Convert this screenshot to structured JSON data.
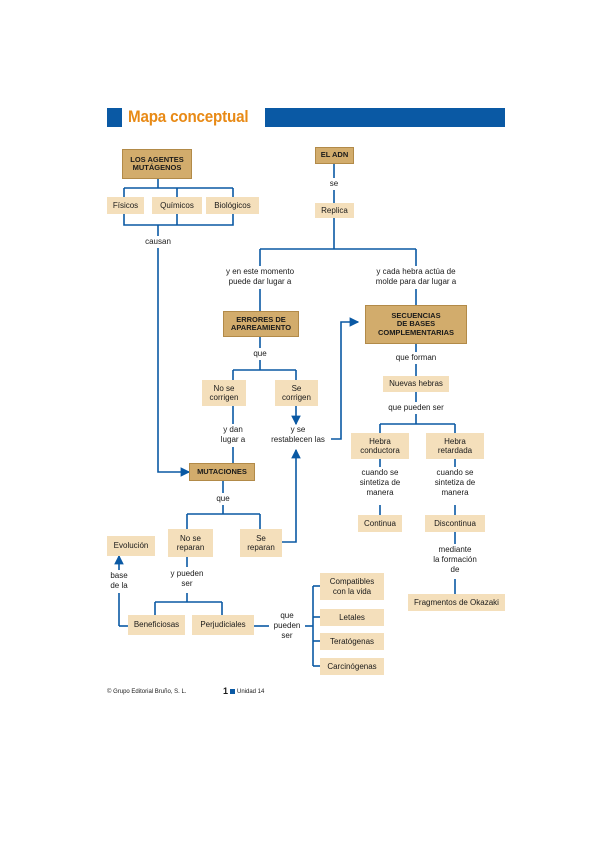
{
  "header": {
    "title": "Mapa conceptual"
  },
  "colors": {
    "accent_blue": "#0a59a4",
    "title_orange": "#e88a16",
    "node_dark": "#d2ac6c",
    "node_light": "#f4dfbb"
  },
  "nodes": {
    "agentes": "LOS AGENTES\nMUTÁGENOS",
    "fisicos": "Físicos",
    "quimicos": "Químicos",
    "biologicos": "Biológicos",
    "adn": "EL ADN",
    "replica": "Replica",
    "errores": "ERRORES DE\nAPAREAMIENTO",
    "secuencias": "SECUENCIAS\nDE BASES\nCOMPLEMENTARIAS",
    "no_se_corrigen": "No se\ncorrigen",
    "se_corrigen": "Se\ncorrigen",
    "nuevas_hebras": "Nuevas hebras",
    "hebra_conductora": "Hebra\nconductora",
    "hebra_retardada": "Hebra\nretardada",
    "mutaciones": "MUTACIONES",
    "continua": "Continua",
    "discontinua": "Discontinua",
    "evolucion": "Evolución",
    "no_se_reparan": "No se\nreparan",
    "se_reparan": "Se\nreparan",
    "fragmentos": "Fragmentos de Okazaki",
    "compatibles": "Compatibles\ncon la vida",
    "letales": "Letales",
    "teratogenas": "Teratógenas",
    "carcinogenas": "Carcinógenas",
    "beneficiosas": "Beneficiosas",
    "perjudiciales": "Perjudiciales"
  },
  "labels": {
    "causan": "causan",
    "se": "se",
    "en_este_momento": "y en este momento\npuede dar lugar a",
    "cada_hebra": "y cada hebra actúa de\nmolde para dar lugar a",
    "que_1": "que",
    "que_forman": "que forman",
    "que_pueden_ser_1": "que pueden ser",
    "y_dan_lugar": "y dan\nlugar a",
    "y_se_restablecen": "y se\nrestablecen las",
    "cuando_sintetiza_1": "cuando se\nsintetiza de\nmanera",
    "cuando_sintetiza_2": "cuando se\nsintetiza de\nmanera",
    "que_2": "que",
    "mediante": "mediante\nla formación\nde",
    "base_de_la": "base\nde la",
    "y_pueden_ser": "y pueden\nser",
    "que_pueden_ser_2": "que\npueden\nser"
  },
  "footer": {
    "publisher": "© Grupo Editorial Bruño, S. L.",
    "page": "1",
    "unit": "Unidad 14"
  }
}
